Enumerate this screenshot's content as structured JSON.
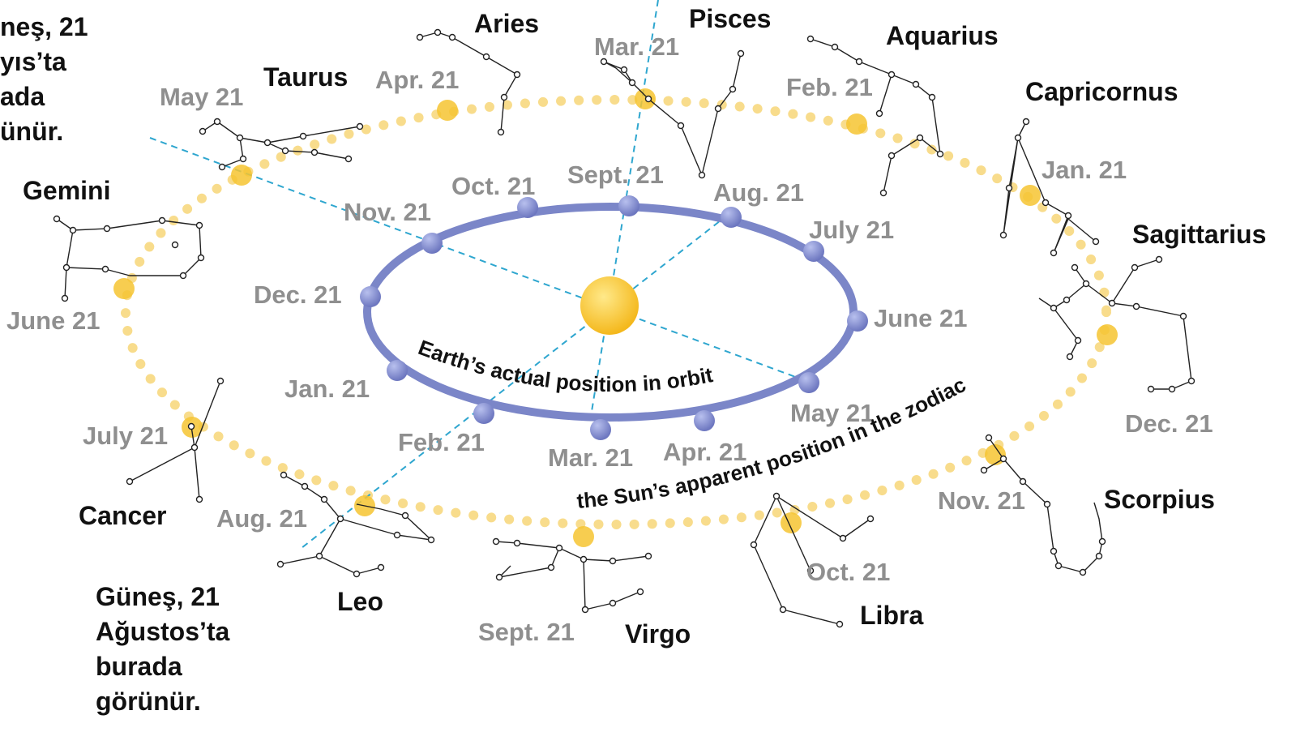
{
  "notes": {
    "top_left": [
      "neş, 21",
      "yıs’ta",
      "ada",
      "ünür."
    ],
    "bottom_left": [
      "Güneş, 21",
      "Ağustos’ta",
      "burada",
      "görünür."
    ]
  },
  "curve_labels": {
    "earth_orbit": "Earth’s actual position in orbit",
    "sun_path": "the Sun’s apparent position in the zodiac"
  },
  "constellations": {
    "aries": "Aries",
    "pisces": "Pisces",
    "aquarius": "Aquarius",
    "taurus": "Taurus",
    "capricornus": "Capricornus",
    "gemini": "Gemini",
    "sagittarius": "Sagittarius",
    "cancer": "Cancer",
    "scorpius": "Scorpius",
    "leo": "Leo",
    "virgo": "Virgo",
    "libra": "Libra"
  },
  "sun_dates": {
    "apr": "Apr. 21",
    "mar": "Mar. 21",
    "may": "May 21",
    "feb": "Feb. 21",
    "jan": "Jan. 21",
    "june": "June 21",
    "dec": "Dec. 21",
    "july": "July 21",
    "nov": "Nov. 21",
    "aug": "Aug. 21",
    "oct": "Oct. 21",
    "sept": "Sept. 21"
  },
  "earth_dates": {
    "oct": "Oct. 21",
    "sept": "Sept. 21",
    "aug": "Aug. 21",
    "nov": "Nov. 21",
    "july": "July 21",
    "dec": "Dec. 21",
    "june": "June 21",
    "jan": "Jan. 21",
    "may": "May 21",
    "feb": "Feb. 21",
    "mar": "Mar. 21",
    "apr": "Apr. 21"
  },
  "colors": {
    "sun": "#f6c431",
    "sun_path_dots": "#f8dc8c",
    "orbit": "#7b86c8",
    "earth_marker": "#7f88cc",
    "sight_line": "#2ea6cf",
    "date_text": "#8f8f8f",
    "constellation_line": "#222222"
  }
}
